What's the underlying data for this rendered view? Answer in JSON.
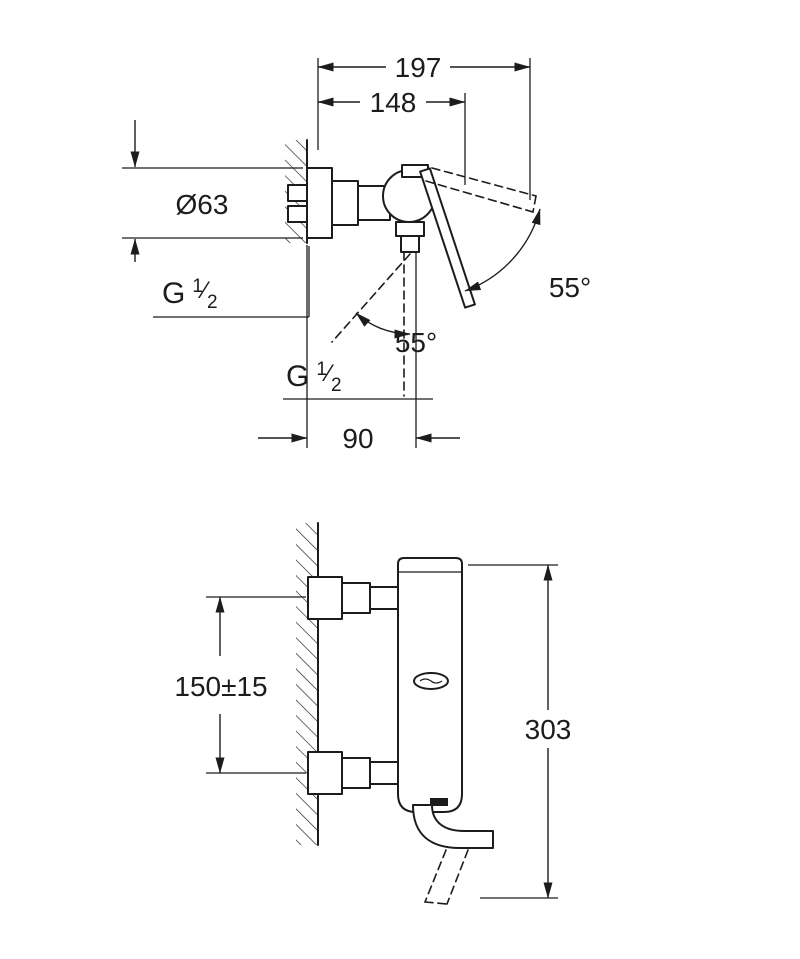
{
  "drawing": {
    "colors": {
      "line": "#1c1c1c",
      "background": "#ffffff"
    },
    "side_view": {
      "dim_total_depth": "197",
      "dim_body_depth": "148",
      "dim_escutcheon_diameter": "Ø63",
      "thread_inlet": {
        "g": "G",
        "numerator": "1",
        "slash": "⁄",
        "denominator": "2"
      },
      "thread_outlet": {
        "g": "G",
        "numerator": "1",
        "slash": "⁄",
        "denominator": "2"
      },
      "angle_handle_swing": "55°",
      "angle_outlet_swing": "55°",
      "dim_outlet_offset": "90"
    },
    "front_view": {
      "dim_inlet_spacing": "150±15",
      "dim_total_height": "303"
    }
  }
}
